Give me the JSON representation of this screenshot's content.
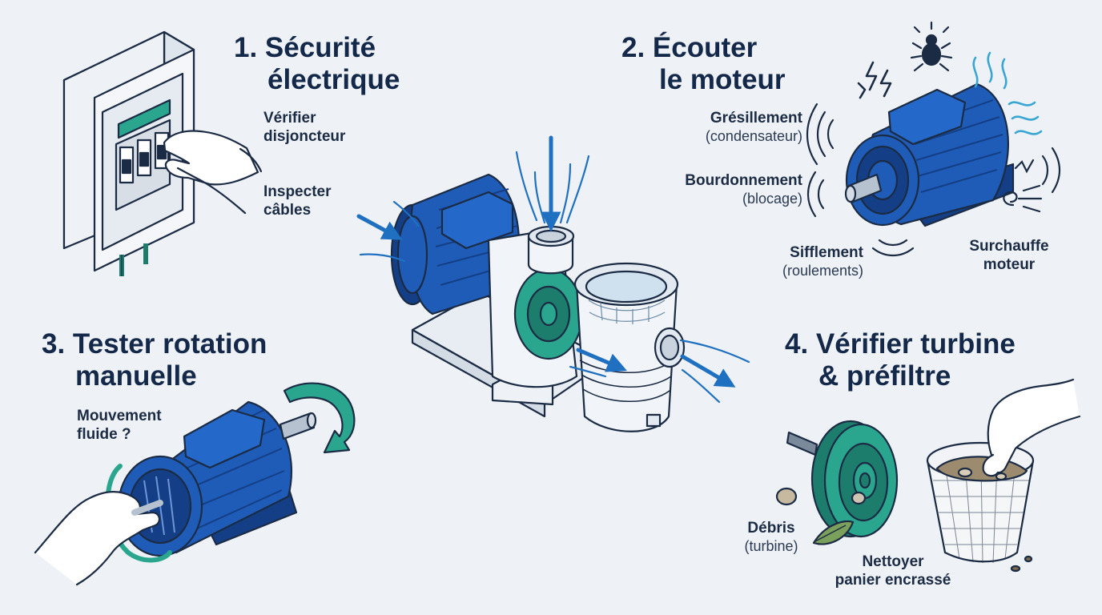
{
  "colors": {
    "background": "#eef2f6",
    "navy": "#14294a",
    "motor_blue": "#1f5cb8",
    "motor_dark": "#143f86",
    "teal": "#2aa68f",
    "teal_dark": "#1d7d6c",
    "housing": "#f1f4f8",
    "arrow_blue": "#1f70c1",
    "cyan": "#3aa6d4"
  },
  "steps": {
    "s1": {
      "title_line1": "1. Sécurité",
      "title_line2": "électrique",
      "label_a_line1": "Vérifier",
      "label_a_line2": "disjoncteur",
      "label_b_line1": "Inspecter",
      "label_b_line2": "câbles"
    },
    "s2": {
      "title_line1": "2. Écouter",
      "title_line2": "le moteur",
      "sound1": "Grésillement",
      "cause1": "(condensateur)",
      "sound2": "Bourdonnement",
      "cause2": "(blocage)",
      "sound3": "Sifflement",
      "cause3": "(roulements)",
      "sound4_line1": "Surchauffe",
      "sound4_line2": "moteur"
    },
    "s3": {
      "title_line1": "3. Tester rotation",
      "title_line2": "manuelle",
      "label_line1": "Mouvement",
      "label_line2": "fluide ?"
    },
    "s4": {
      "title_line1": "4. Vérifier turbine",
      "title_line2": "& préfiltre",
      "label_a_line1": "Débris",
      "label_a_line2": "(turbine)",
      "label_b_line1": "Nettoyer",
      "label_b_line2": "panier encrassé"
    }
  },
  "icons": [
    "electrical-panel-icon",
    "hand-icon",
    "pump-icon",
    "motor-icon",
    "impeller-icon",
    "basket-icon",
    "rotation-arrow-icon",
    "bug-icon",
    "lightning-icon",
    "heat-waves-icon",
    "sound-waves-icon"
  ]
}
